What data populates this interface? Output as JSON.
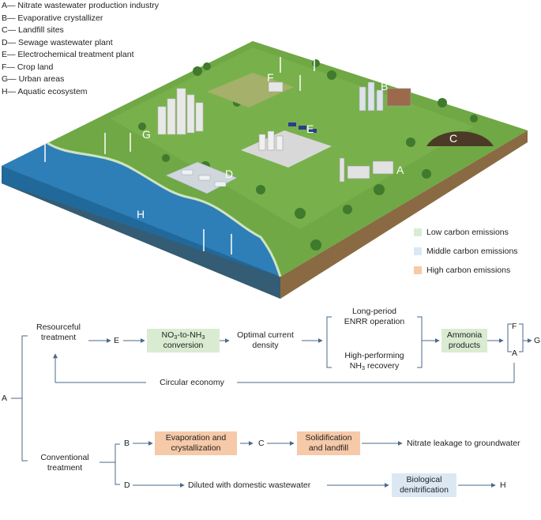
{
  "legend": [
    "A— Nitrate wastewater production industry",
    "B— Evaporative crystallizer",
    "C— Landfill sites",
    "D— Sewage wastewater plant",
    "E— Electrochemical treatment plant",
    "F— Crop land",
    "G— Urban areas",
    "H— Aquatic ecosystem"
  ],
  "scene_labels": {
    "A": "A",
    "B": "B",
    "C": "C",
    "D": "D",
    "E": "E",
    "F": "F",
    "G": "G",
    "H": "H"
  },
  "emission_key": [
    {
      "label": "Low carbon emissions",
      "color": "#d9ecd2"
    },
    {
      "label": "Middle carbon emissions",
      "color": "#dbe8f4"
    },
    {
      "label": "High carbon emissions",
      "color": "#f6c9a9"
    }
  ],
  "flow": {
    "source": "A",
    "resourceful": {
      "line1": "Resourceful",
      "line2": "treatment"
    },
    "e_node": "E",
    "conversion": {
      "pre": "NO",
      "sub1": "3",
      "mid": "-to-NH",
      "sub2": "3",
      "line2": "conversion"
    },
    "optimal": {
      "line1": "Optimal current",
      "line2": "density"
    },
    "long_period": {
      "line1": "Long-period",
      "line2": "ENRR operation"
    },
    "high_perf": {
      "line1": "High-performing",
      "line2_pre": "NH",
      "line2_sub": "3",
      "line2_post": " recovery"
    },
    "ammonia": {
      "line1": "Ammonia",
      "line2": "products"
    },
    "f_node": "F",
    "a_node": "A",
    "g_node": "G",
    "circular": "Circular economy",
    "conventional": {
      "line1": "Conventional",
      "line2": "treatment"
    },
    "b_node": "B",
    "evaporation": {
      "line1": "Evaporation and",
      "line2": "crystallization"
    },
    "c_node": "C",
    "solidification": {
      "line1": "Solidification",
      "line2": "and landfill"
    },
    "leakage": "Nitrate leakage to groundwater",
    "d_node": "D",
    "diluted": "Diluted with domestic wastewater",
    "biological": {
      "line1": "Biological",
      "line2": "denitrification"
    },
    "h_node": "H"
  }
}
